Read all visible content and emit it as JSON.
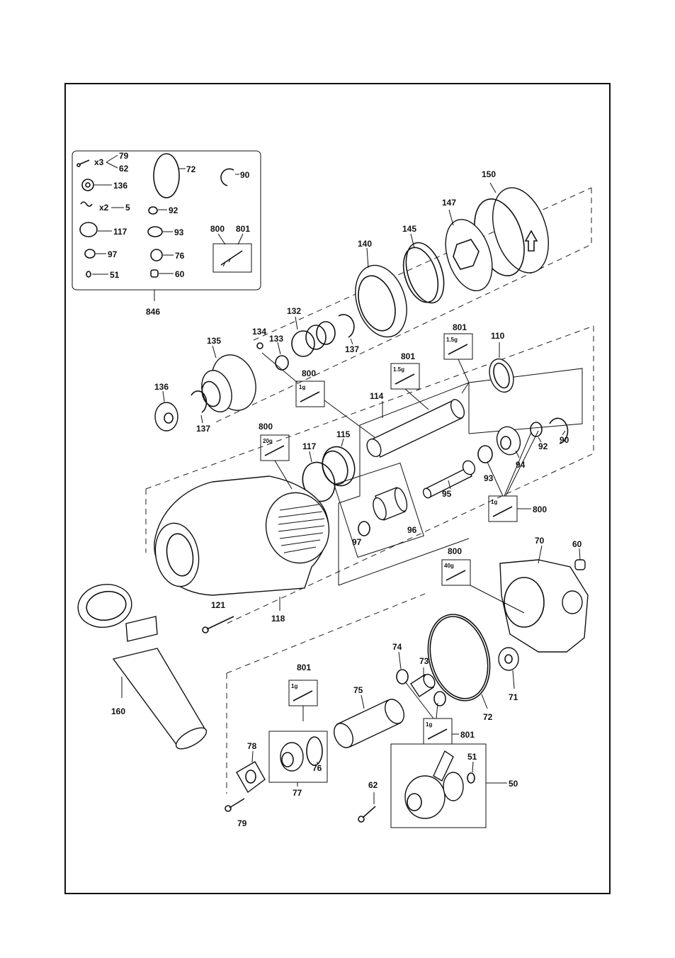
{
  "kit_box": {
    "labels": [
      "x3",
      "79",
      "62",
      "136",
      "72",
      "90",
      "x2",
      "5",
      "92",
      "117",
      "93",
      "800",
      "801",
      "97",
      "76",
      "51",
      "60"
    ],
    "kit_number": "846"
  },
  "parts": {
    "150": "150",
    "147": "147",
    "145": "145",
    "140": "140",
    "132": "132",
    "134": "134",
    "133": "133",
    "137a": "137",
    "135": "135",
    "136": "136",
    "137b": "137",
    "110": "110",
    "114": "114",
    "115": "115",
    "117": "117",
    "90": "90",
    "92": "92",
    "94": "94",
    "93": "93",
    "95": "95",
    "96": "96",
    "97": "97",
    "70": "70",
    "60": "60",
    "121": "121",
    "118": "118",
    "160": "160",
    "74": "74",
    "73": "73",
    "75": "75",
    "72": "72",
    "71": "71",
    "78": "78",
    "76": "76",
    "77": "77",
    "79": "79",
    "62": "62",
    "51": "51",
    "50": "50"
  },
  "grease": {
    "g801a": {
      "qty": "1.5g",
      "ref": "801"
    },
    "g801b": {
      "qty": "1.5g",
      "ref": "801"
    },
    "g800a": {
      "qty": "1g",
      "ref": "800"
    },
    "g800b": {
      "qty": "20g",
      "ref": "800"
    },
    "g800c": {
      "qty": "1g",
      "ref": "800"
    },
    "g800d": {
      "qty": "40g",
      "ref": "800"
    },
    "g801c": {
      "qty": "1g",
      "ref": "801"
    },
    "g801d": {
      "qty": "1g",
      "ref": "801"
    }
  }
}
